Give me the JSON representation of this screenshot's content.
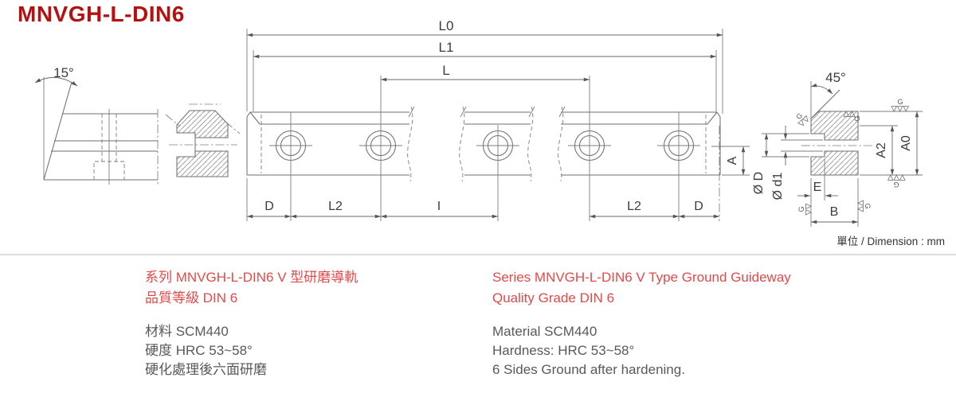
{
  "title": "MNVGH-L-DIN6",
  "unit_label": "單位 / Dimension : mm",
  "drawing": {
    "angles": {
      "taper": "15°",
      "chamfer": "45°"
    },
    "lengths": {
      "l0": "L0",
      "l1": "L1",
      "l": "L"
    },
    "pitch": {
      "d": "D",
      "l2": "L2",
      "i": "I"
    },
    "heights": {
      "a": "A",
      "a2": "A2",
      "a0": "A0"
    },
    "holes": {
      "dia_d": "Ø D",
      "dia_d1": "Ø d1",
      "e": "E",
      "b": "B"
    },
    "finish": "G"
  },
  "specs": {
    "zh": {
      "series": "系列 MNVGH-L-DIN6 V 型研磨導軌",
      "grade": "品質等級 DIN 6",
      "material": "材料 SCM440",
      "hardness": "硬度  HRC 53~58°",
      "process": "硬化處理後六面研磨"
    },
    "en": {
      "series": "Series MNVGH-L-DIN6 V Type Ground Guideway",
      "grade": "Quality Grade DIN 6",
      "material": "Material SCM440",
      "hardness": "Hardness: HRC 53~58°",
      "process": "6 Sides Ground after hardening."
    }
  },
  "colors": {
    "title_red": "#b41111",
    "accent_red": "#e24a4a",
    "text_gray": "#595959",
    "line_gray": "#6f6f6f"
  }
}
